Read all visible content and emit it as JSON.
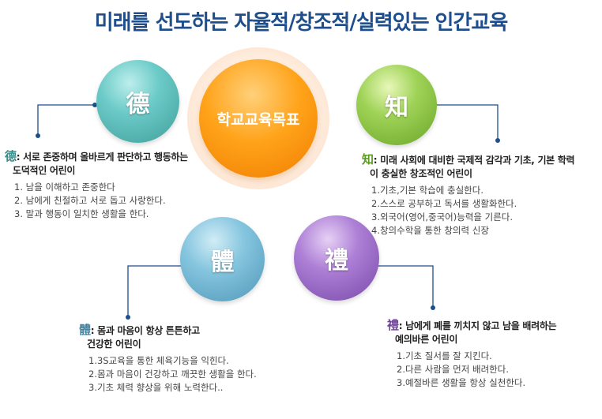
{
  "title": "미래를 선도하는 자율적/창조적/실력있는 인간교육",
  "center_label": "학교교육목표",
  "virtues": [
    {
      "char": "德",
      "head_char": "德",
      "heading_line1": ": 서로 존중하며 올바르게 판단하고 행동하는",
      "heading_line2": "도덕적인 어린이",
      "items": [
        "1. 남을 이해하고 존중한다",
        "2. 남에게 친절하고 서로 돕고 사랑한다.",
        "3. 말과 행동이 일치한 생활을 한다."
      ],
      "color": "#4fb2ae"
    },
    {
      "char": "知",
      "head_char": "知",
      "heading_line1": ": 미래 사회에 대비한 국제적 감각과 기초, 기본 학력",
      "heading_line2": "이 충실한 창조적인 어린이",
      "items": [
        "1.기초,기본 학습에 충실한다.",
        "2.스스로 공부하고 독서를 생활화한다.",
        "3.외국어(영어,중국어)능력을 기른다.",
        "4.창의수학을 통한 창의력 신장"
      ],
      "color": "#7fbf3a"
    },
    {
      "char": "體",
      "head_char": "體",
      "heading_line1": ": 몸과 마음이 항상 튼튼하고",
      "heading_line2": "건강한 어린이",
      "items": [
        "1.3S교육을 통한 체육기능을 익힌다.",
        "2.몸과 마음이 건강하고 깨끗한 생활을 한다.",
        "3.기초 체력 향상을 위해 노력한다.."
      ],
      "color": "#66aecb"
    },
    {
      "char": "禮",
      "head_char": "禮",
      "heading_line1": ": 남에게 폐를 끼치지 않고 남을 배려하는",
      "heading_line2": "예의바른 어린이",
      "items": [
        "1.기초 질서를 잘 지킨다.",
        "2.다른 사람을 먼저 배려한다.",
        "3.예절바른 생활을 항상 실천한다."
      ],
      "color": "#9462c4"
    }
  ]
}
